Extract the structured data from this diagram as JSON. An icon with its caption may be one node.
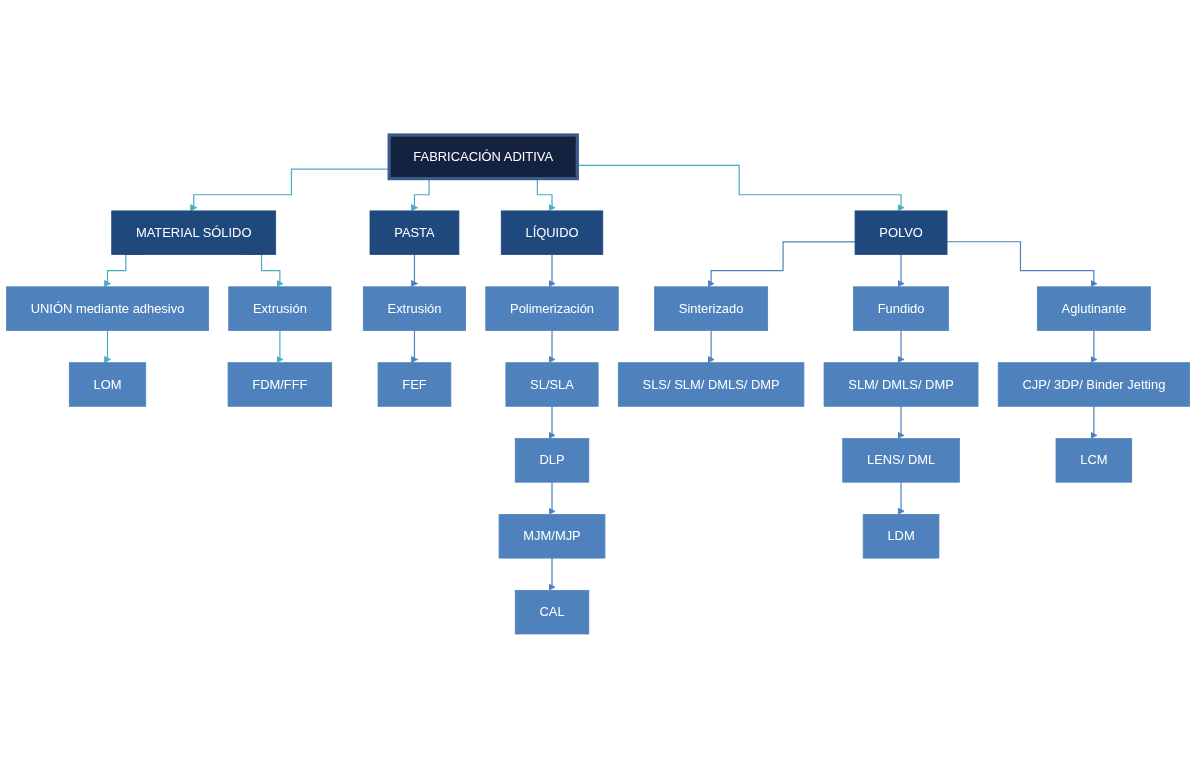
{
  "diagram": {
    "nodes": [
      {
        "text": [
          "FABRICACIÓN ADITIVA"
        ]
      },
      {
        "text": [
          "MATERIAL SÓLIDO"
        ]
      },
      {
        "text": [
          "PASTA"
        ]
      },
      {
        "text": [
          "LÍQUIDO"
        ]
      },
      {
        "text": [
          "POLVO"
        ]
      },
      {
        "text": [
          "UNIÓN mediante adhesivo"
        ]
      },
      {
        "text": [
          "Extrusión"
        ]
      },
      {
        "text": [
          "LOM"
        ]
      },
      {
        "text": [
          "FDM/FFF"
        ]
      },
      {
        "text": [
          "Extrusión"
        ]
      },
      {
        "text": [
          "FEF"
        ]
      },
      {
        "text": [
          "Polimerización"
        ]
      },
      {
        "text": [
          "SL/SLA"
        ]
      },
      {
        "text": [
          "DLP"
        ]
      },
      {
        "text": [
          "MJM/MJP"
        ]
      },
      {
        "text": [
          "CAL"
        ]
      },
      {
        "text": [
          "Sinterizado"
        ]
      },
      {
        "text": [
          "Fundido"
        ]
      },
      {
        "text": [
          "Aglutinante"
        ]
      },
      {
        "text": [
          "SLS/ SLM/ DMLS/ DMP"
        ]
      },
      {
        "text": [
          "SLM/ DMLS/ DMP"
        ]
      },
      {
        "text": [
          "LENS/ DML"
        ]
      },
      {
        "text": [
          "LDM"
        ]
      },
      {
        "text": [
          "CJP/ 3DP/ Binder Jetting"
        ]
      },
      {
        "text": [
          "LCM"
        ]
      }
    ],
    "edges": [
      {
        "from": 0,
        "to": 1,
        "arrow": "to",
        "color": "#4bacc6"
      },
      {
        "from": 0,
        "to": 2,
        "arrow": "to",
        "color": "#4bacc6"
      },
      {
        "from": 0,
        "to": 3,
        "arrow": "to",
        "color": "#4bacc6"
      },
      {
        "from": 0,
        "to": 4,
        "arrow": "to",
        "color": "#4bacc6"
      },
      {
        "from": 1,
        "to": 5,
        "arrow": "to",
        "color": "#4bacc6"
      },
      {
        "from": 1,
        "to": 6,
        "arrow": "to",
        "color": "#4bacc6"
      },
      {
        "from": 5,
        "to": 7,
        "arrow": "to",
        "color": "#4bacc6"
      },
      {
        "from": 6,
        "to": 8,
        "arrow": "to",
        "color": "#4bacc6"
      },
      {
        "from": 2,
        "to": 9,
        "arrow": "to"
      },
      {
        "from": 9,
        "to": 10,
        "arrow": "to"
      },
      {
        "from": 3,
        "to": 11,
        "arrow": "to"
      },
      {
        "from": 11,
        "to": 12,
        "arrow": "to"
      },
      {
        "from": 12,
        "to": 13,
        "arrow": "to"
      },
      {
        "from": 13,
        "to": 14,
        "arrow": "to"
      },
      {
        "from": 14,
        "to": 15,
        "arrow": "to"
      },
      {
        "from": 4,
        "to": 16,
        "arrow": "to"
      },
      {
        "from": 4,
        "to": 17,
        "arrow": "to"
      },
      {
        "from": 4,
        "to": 18,
        "arrow": "to"
      },
      {
        "from": 16,
        "to": 19,
        "arrow": "to"
      },
      {
        "from": 17,
        "to": 20,
        "arrow": "to"
      },
      {
        "from": 20,
        "to": 21,
        "arrow": "to"
      },
      {
        "from": 21,
        "to": 22,
        "arrow": "to"
      },
      {
        "from": 18,
        "to": 23,
        "arrow": "to"
      },
      {
        "from": 23,
        "to": 24,
        "arrow": "to"
      }
    ]
  }
}
